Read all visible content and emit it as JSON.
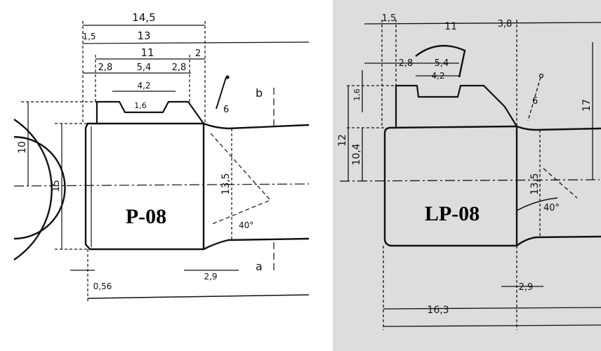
{
  "left_drawing": {
    "label": "P-08",
    "dims": {
      "overall_top": "14,5",
      "second": "13",
      "step_left": "1,5",
      "inner": "11",
      "right_step": "2",
      "left_chamfer": "2,8",
      "center": "5,4",
      "right_chamfer": "2,8",
      "slot": "4,2",
      "slot_depth": "1,6",
      "radius_hole": "6",
      "height_left": "10",
      "diameter": "15",
      "neck": "13,5",
      "angle": "40°",
      "bottom_step": "2,9",
      "bottom_left": "0,56",
      "letter_b": "b",
      "letter_a": "a"
    }
  },
  "right_drawing": {
    "label": "LP-08",
    "dims": {
      "top_left": "1,5",
      "top_center": "11",
      "top_right": "3,8",
      "left_chamfer": "2,8",
      "center": "5,4",
      "slot": "4,2",
      "slot_depth": "1,6",
      "height": "12",
      "inner_height": "10,4",
      "radius_hole": "6",
      "right_height": "17",
      "neck": "13,5",
      "angle": "40°",
      "bottom_step": "2,9",
      "bottom_length": "16,3"
    }
  }
}
